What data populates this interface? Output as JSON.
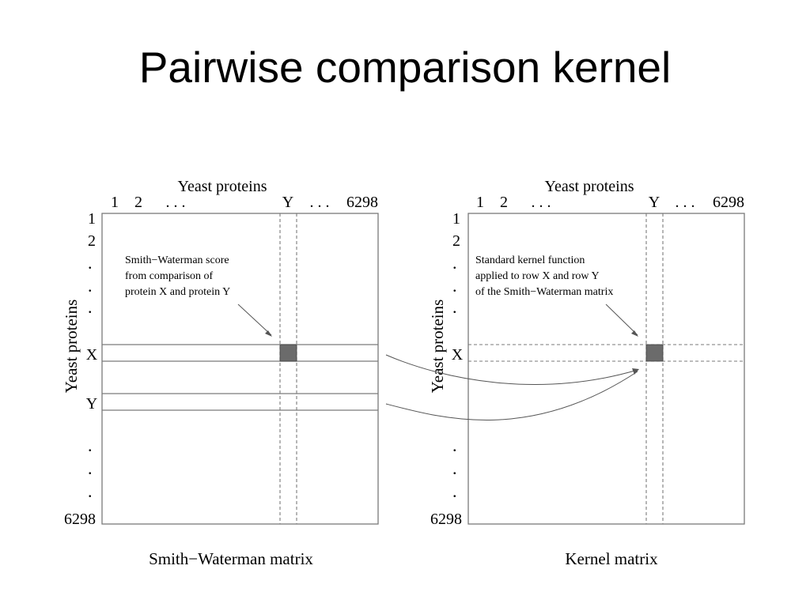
{
  "title": "Pairwise comparison kernel",
  "left_panel": {
    "top_label": "Yeast proteins",
    "col_labels": [
      "1",
      "2",
      ". . .",
      "Y",
      ". . .",
      "6298"
    ],
    "side_label": "Yeast proteins",
    "row_labels": [
      "1",
      "2",
      ".",
      ".",
      ".",
      "X",
      "Y",
      ".",
      ".",
      ".",
      "6298"
    ],
    "annotation": [
      "Smith−Waterman score",
      "from comparison of",
      "protein X and protein Y"
    ],
    "caption": "Smith−Waterman matrix"
  },
  "right_panel": {
    "top_label": "Yeast proteins",
    "col_labels": [
      "1",
      "2",
      ". . .",
      "Y",
      ". . .",
      "6298"
    ],
    "side_label": "Yeast proteins",
    "row_labels": [
      "1",
      "2",
      ".",
      ".",
      ".",
      "X",
      ".",
      ".",
      ".",
      "6298"
    ],
    "annotation": [
      "Standard kernel function",
      "applied to row X and row Y",
      "of the Smith−Waterman matrix"
    ],
    "caption": "Kernel matrix"
  }
}
